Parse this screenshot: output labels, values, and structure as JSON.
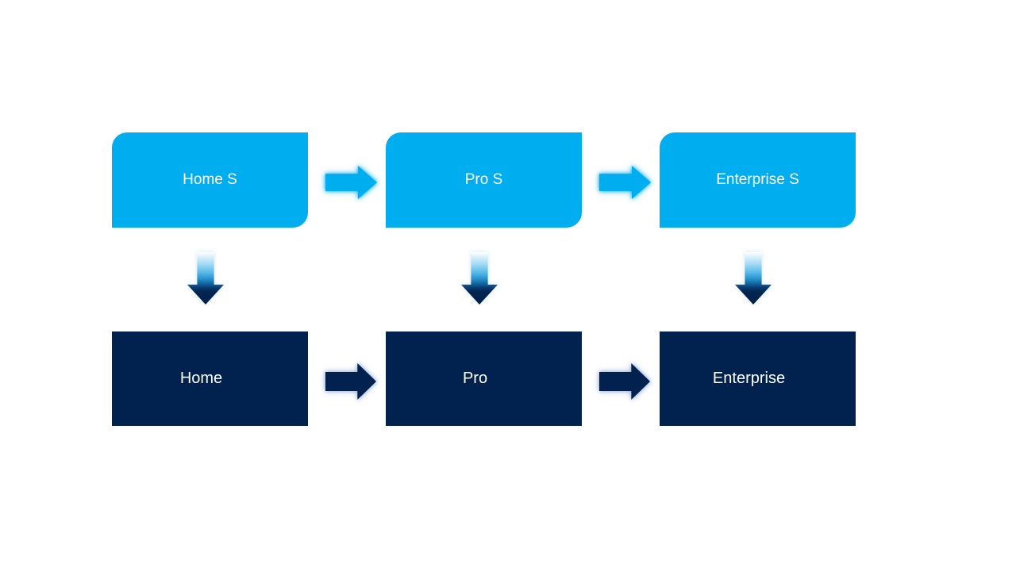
{
  "slide": {
    "background": "#ffffff"
  },
  "colors": {
    "accent_light": "#00aeef",
    "accent_dark": "#01224e",
    "text_light": "#ffffff"
  },
  "diagram": {
    "type": "process-flow",
    "top_row": [
      "Home S",
      "Pro S",
      "Enterprise S"
    ],
    "bottom_row": [
      "Home",
      "Pro",
      "Enterprise"
    ],
    "connector_icons": {
      "horizontal": "right-arrow",
      "vertical": "down-arrow"
    }
  }
}
